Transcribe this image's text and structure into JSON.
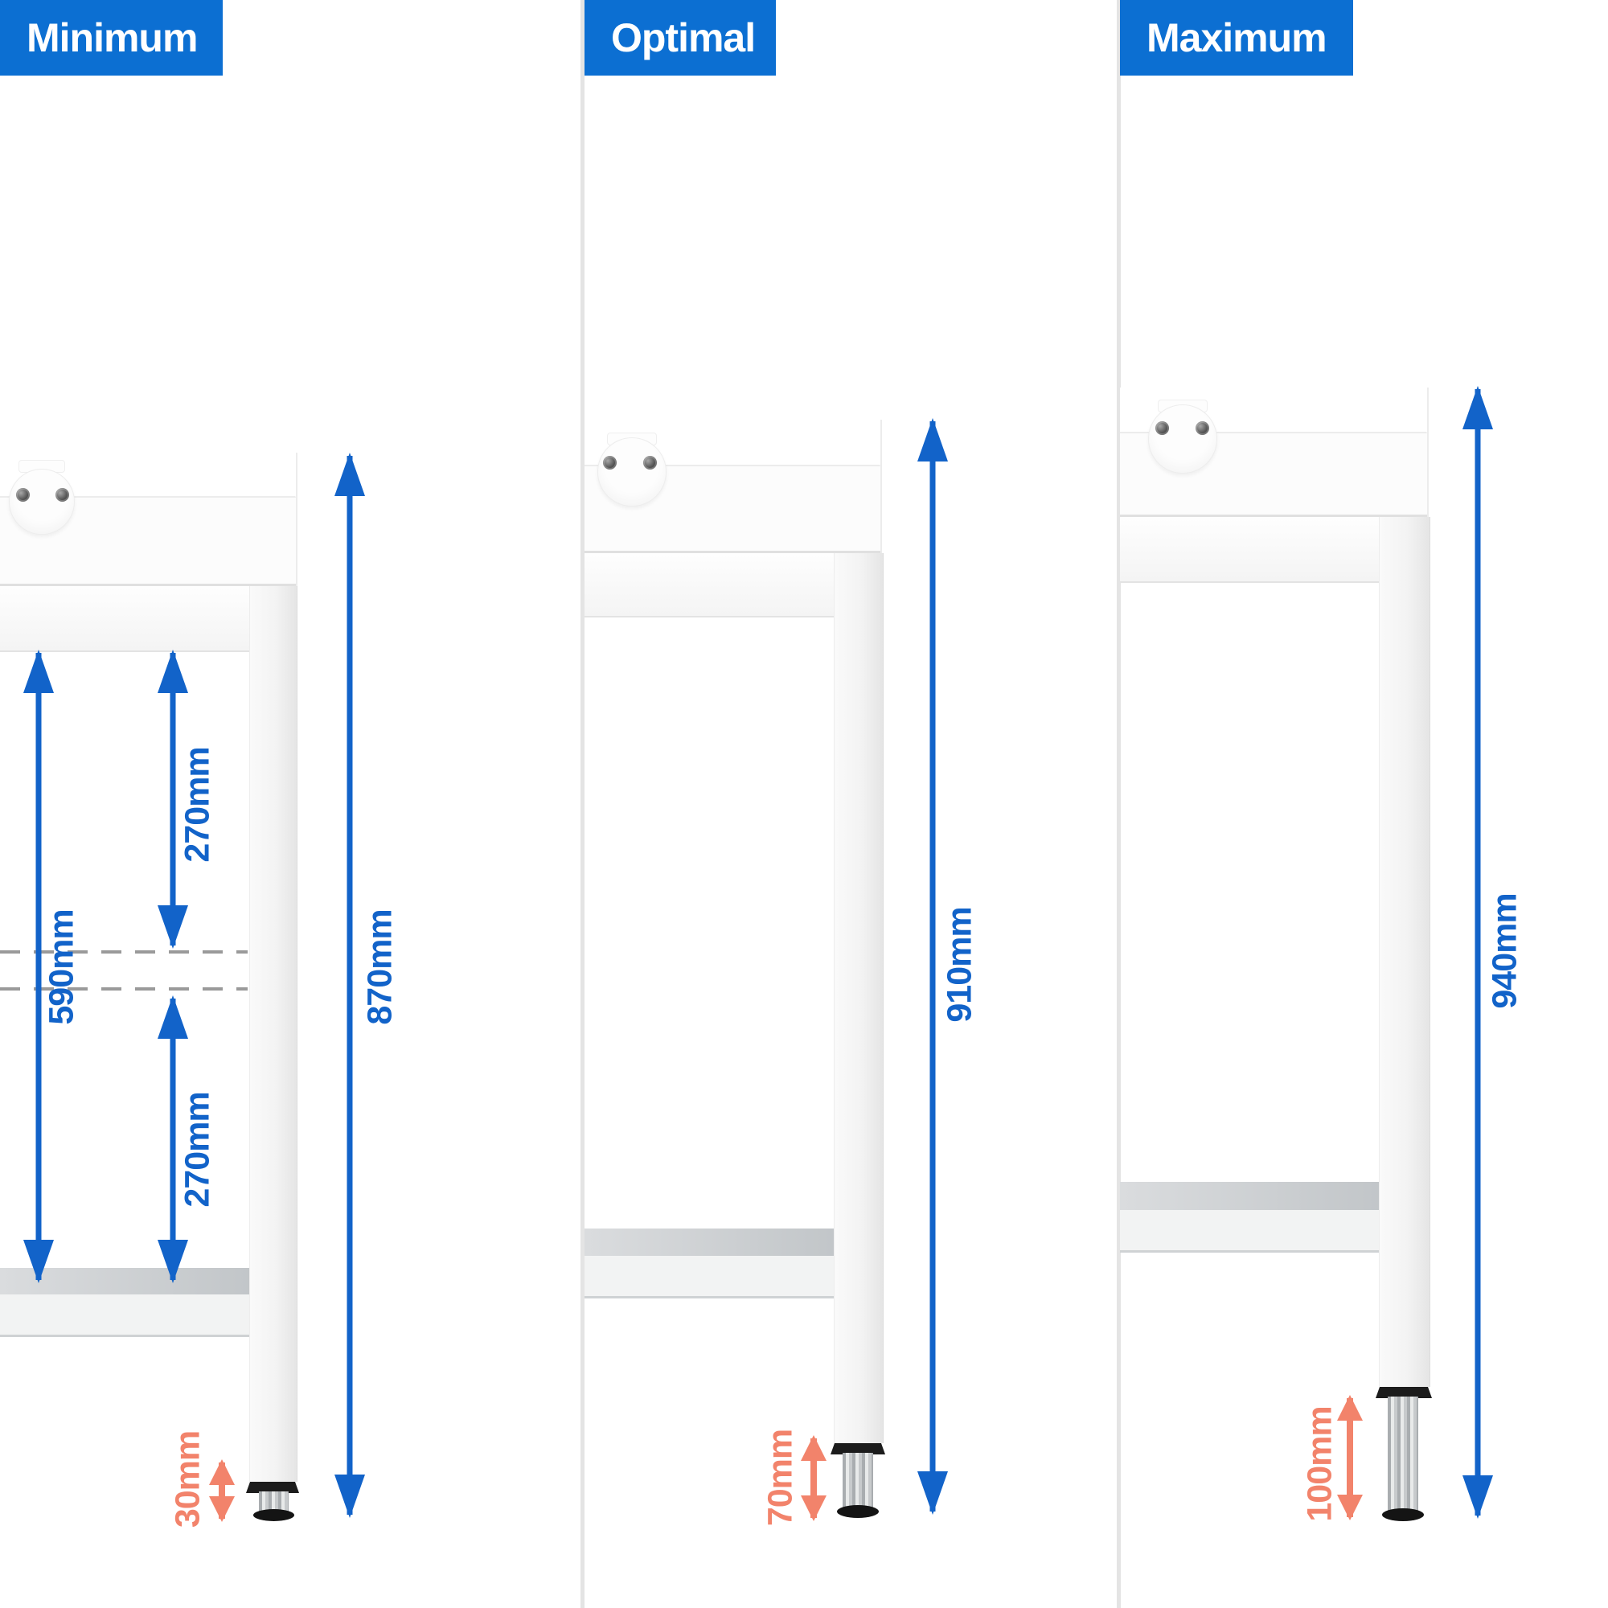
{
  "colors": {
    "header_bg": "#0c6fd2",
    "dim_blue": "#1263c9",
    "salmon": "#f2836b",
    "divider": "#e4e4e4",
    "dash_gray": "#9a9a9a"
  },
  "panels": [
    {
      "label": "Minimum",
      "dims": {
        "total": "870mm",
        "inner_full": "590mm",
        "inner_top": "270mm",
        "inner_bottom": "270mm",
        "foot_adjust": "30mm"
      }
    },
    {
      "label": "Optimal",
      "dims": {
        "total": "910mm",
        "foot_adjust": "70mm"
      }
    },
    {
      "label": "Maximum",
      "dims": {
        "total": "940mm",
        "foot_adjust": "100mm"
      }
    }
  ]
}
